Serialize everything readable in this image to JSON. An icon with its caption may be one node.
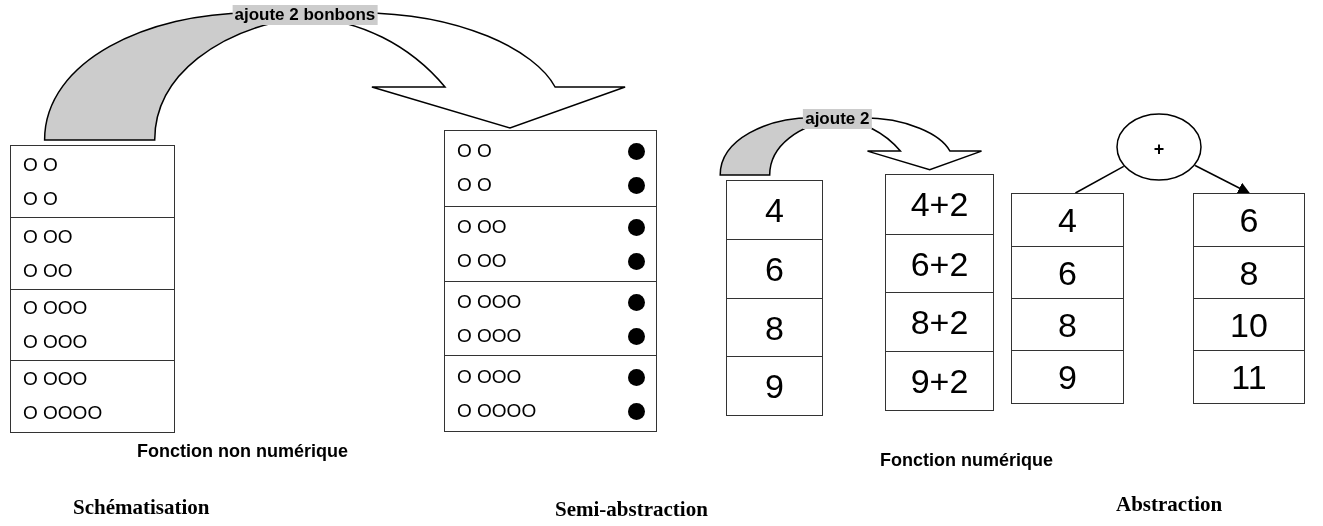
{
  "diagram": {
    "nodes": [
      {
        "text": [],
        "shape": "box"
      },
      {
        "text": [
          "O O",
          "O O"
        ],
        "in": 0
      },
      {
        "text": [
          "O OO",
          "O OO"
        ],
        "in": 0
      },
      {
        "text": [
          "O OOO",
          "O OOO"
        ],
        "in": 0
      },
      {
        "text": [
          "O OOO",
          "O OOOO"
        ],
        "in": 0
      },
      {
        "text": [],
        "shape": "box"
      },
      {
        "text": [
          "O O",
          "O O"
        ],
        "in": 5
      },
      {
        "text": [
          "O OO",
          "O OO"
        ],
        "in": 5
      },
      {
        "text": [
          "O OOO",
          "O OOO"
        ],
        "in": 5
      },
      {
        "text": [
          "O OOO",
          "O OOOO"
        ],
        "in": 5
      },
      {
        "text": [],
        "shape": "box"
      },
      {
        "text": [
          "4"
        ],
        "in": 10
      },
      {
        "text": [
          "6"
        ],
        "in": 10
      },
      {
        "text": [
          "8"
        ],
        "in": 10
      },
      {
        "text": [
          "9"
        ],
        "in": 10
      },
      {
        "text": [],
        "shape": "box"
      },
      {
        "text": [
          "4+2"
        ],
        "in": 15
      },
      {
        "text": [
          "6+2"
        ],
        "in": 15
      },
      {
        "text": [
          "8+2"
        ],
        "in": 15
      },
      {
        "text": [
          "9+2"
        ],
        "in": 15
      },
      {
        "text": [],
        "shape": "box"
      },
      {
        "text": [
          "4"
        ],
        "in": 20
      },
      {
        "text": [
          "6"
        ],
        "in": 20
      },
      {
        "text": [
          "8"
        ],
        "in": 20
      },
      {
        "text": [
          "9"
        ],
        "in": 20
      },
      {
        "text": [
          "+"
        ]
      },
      {
        "text": [],
        "shape": "box"
      },
      {
        "text": [
          "6"
        ],
        "in": 26
      },
      {
        "text": [
          "8"
        ],
        "in": 26
      },
      {
        "text": [
          "10"
        ],
        "in": 26
      },
      {
        "text": [
          "11"
        ],
        "in": 26
      }
    ],
    "edges": [
      {
        "from": 0,
        "to": 5,
        "arrow": "to",
        "label": "ajoute 2 bonbons"
      },
      {
        "from": 10,
        "to": 15,
        "arrow": "to",
        "label": "ajoute 2"
      },
      {
        "from": 20,
        "to": 25,
        "arrow": "none"
      },
      {
        "from": 25,
        "to": 26,
        "arrow": "to"
      }
    ],
    "labels": [
      "Fonction non numérique",
      "Fonction numérique",
      "Schématisation",
      "Semi-abstraction",
      "Abstraction"
    ]
  }
}
